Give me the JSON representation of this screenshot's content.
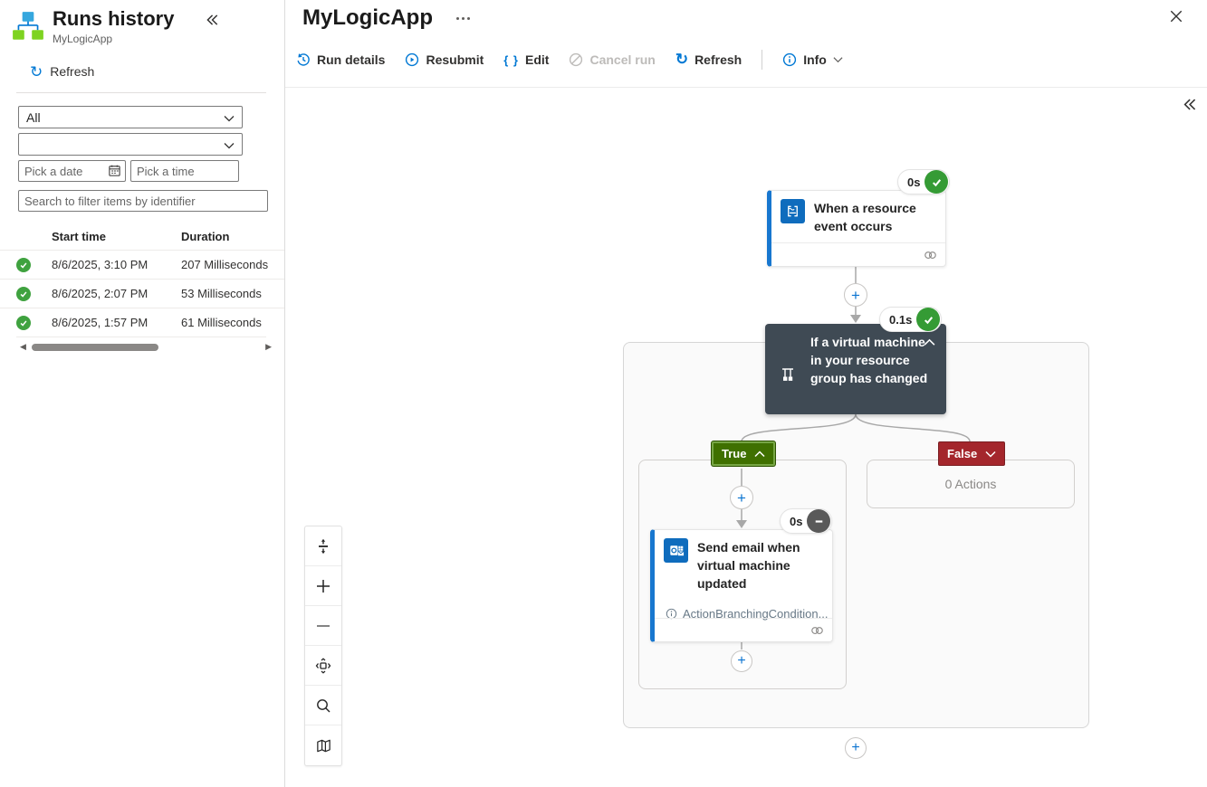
{
  "sidebar": {
    "title": "Runs history",
    "app_name": "MyLogicApp",
    "refresh_label": "Refresh",
    "status_filter_value": "All",
    "date_placeholder": "Pick a date",
    "time_placeholder": "Pick a time",
    "search_placeholder": "Search to filter items by identifier",
    "columns": {
      "start_time": "Start time",
      "duration": "Duration"
    },
    "runs": [
      {
        "status": "Succeeded",
        "start_time": "8/6/2025, 3:10 PM",
        "duration": "207 Milliseconds"
      },
      {
        "status": "Succeeded",
        "start_time": "8/6/2025, 2:07 PM",
        "duration": "53 Milliseconds"
      },
      {
        "status": "Succeeded",
        "start_time": "8/6/2025, 1:57 PM",
        "duration": "61 Milliseconds"
      }
    ]
  },
  "header": {
    "title": "MyLogicApp",
    "commands": {
      "run_details": "Run details",
      "resubmit": "Resubmit",
      "edit": "Edit",
      "cancel_run": "Cancel run",
      "refresh": "Refresh",
      "info": "Info"
    }
  },
  "workflow": {
    "trigger": {
      "title": "When a resource event occurs",
      "duration": "0s",
      "status": "Succeeded"
    },
    "condition": {
      "title": "If a virtual machine in your resource group has changed",
      "duration": "0.1s",
      "status": "Succeeded"
    },
    "true_branch": {
      "label": "True"
    },
    "false_branch": {
      "label": "False",
      "empty_label": "0 Actions"
    },
    "action": {
      "title": "Send email when virtual machine updated",
      "note": "ActionBranchingCondition...",
      "duration": "0s",
      "status": "Skipped"
    }
  },
  "colors": {
    "accent": "#0078d4",
    "success_green": "#359b35",
    "skipped_gray": "#595959",
    "condition_bg": "#3f4a54",
    "true_green": "#3f7000",
    "false_red": "#a4262c",
    "node_accent_bar": "#1877cf"
  }
}
